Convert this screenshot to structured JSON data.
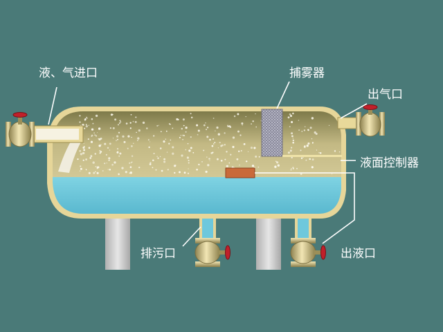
{
  "labels": {
    "inlet": "液、气进口",
    "demister": "捕雾器",
    "gas_outlet": "出气口",
    "level_controller": "液面控制器",
    "drain": "排污口",
    "liquid_outlet": "出液口"
  },
  "colors": {
    "background": "#4a7a78",
    "vessel_shell": "#e8d79a",
    "gas_space": "#b9b07a",
    "liquid": "#6ec8dc",
    "valve_body": "#d9c98c",
    "handwheel": "#c0202a",
    "support": "#c8c8c8",
    "float": "#c96a3a"
  }
}
